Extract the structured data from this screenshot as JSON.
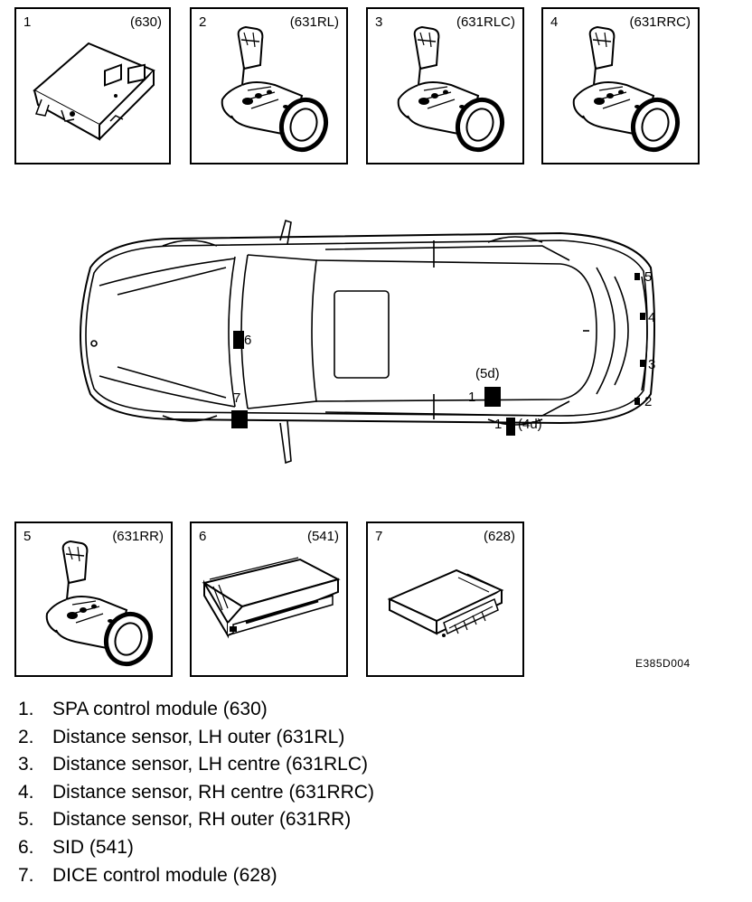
{
  "parts": [
    {
      "num": "1",
      "code": "(630)",
      "icon": "control-module"
    },
    {
      "num": "2",
      "code": "(631RL)",
      "icon": "distance-sensor"
    },
    {
      "num": "3",
      "code": "(631RLC)",
      "icon": "distance-sensor"
    },
    {
      "num": "4",
      "code": "(631RRC)",
      "icon": "distance-sensor"
    },
    {
      "num": "5",
      "code": "(631RR)",
      "icon": "distance-sensor"
    },
    {
      "num": "6",
      "code": "(541)",
      "icon": "display-unit"
    },
    {
      "num": "7",
      "code": "(628)",
      "icon": "control-module"
    }
  ],
  "car_markers": {
    "m5": "5",
    "m4": "4",
    "m3": "3",
    "m2": "2",
    "m6": "6",
    "m7": "7",
    "m5d": "(5d)",
    "m1a": "1",
    "m1b": "1",
    "m4d": "(4d)"
  },
  "reference": "E385D004",
  "legend": [
    {
      "n": "1.",
      "text": "SPA control module (630)"
    },
    {
      "n": "2.",
      "text": "Distance sensor, LH outer (631RL)"
    },
    {
      "n": "3.",
      "text": "Distance sensor, LH centre (631RLC)"
    },
    {
      "n": "4.",
      "text": "Distance sensor, RH centre (631RRC)"
    },
    {
      "n": "5.",
      "text": "Distance sensor, RH outer (631RR)"
    },
    {
      "n": "6.",
      "text": "SID (541)"
    },
    {
      "n": "7.",
      "text": "DICE control module (628)"
    }
  ]
}
